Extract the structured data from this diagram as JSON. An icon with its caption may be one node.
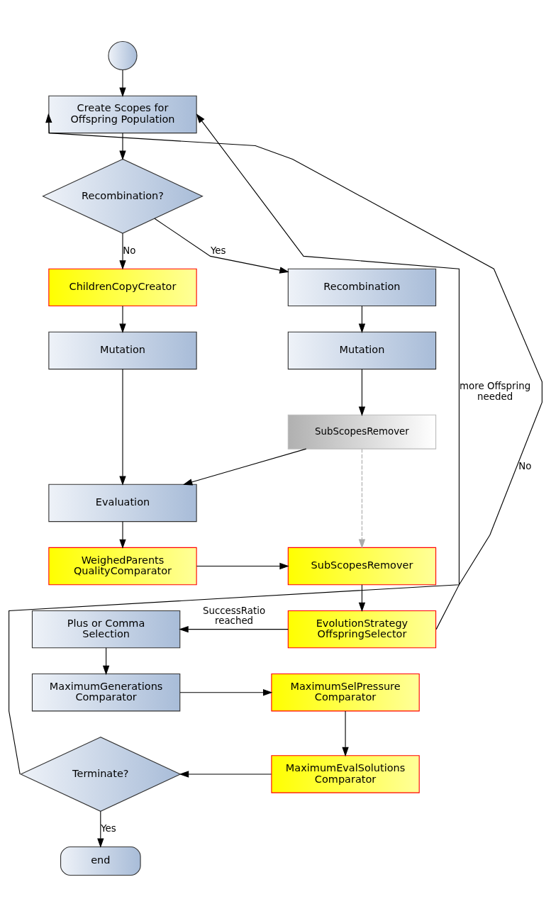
{
  "diagram": {
    "nodes": [
      {
        "text": [],
        "shape": "circle"
      },
      {
        "text": [
          "Create Scopes for Offspring Population"
        ]
      },
      {
        "text": [
          "Recombination?"
        ]
      },
      {
        "text": [
          "ChildrenCopyCreator"
        ]
      },
      {
        "text": [
          "Recombination"
        ]
      },
      {
        "text": [
          "Mutation"
        ]
      },
      {
        "text": [
          "Mutation"
        ]
      },
      {
        "text": [
          "SubScopesRemover"
        ]
      },
      {
        "text": [
          "Evaluation"
        ]
      },
      {
        "text": [
          "WeighedParents QualityComparator"
        ]
      },
      {
        "text": [
          "SubScopesRemover"
        ]
      },
      {
        "text": [
          "EvolutionStrategy OffspringSelector"
        ]
      },
      {
        "text": [
          "Plus or Comma Selection"
        ]
      },
      {
        "text": [
          "MaximumGenerations Comparator"
        ]
      },
      {
        "text": [
          "MaximumSelPressure Comparator"
        ]
      },
      {
        "text": [
          "MaximumEvalSolutions Comparator"
        ]
      },
      {
        "text": [
          "Terminate?"
        ]
      },
      {
        "text": [
          "end"
        ]
      }
    ],
    "edges": [
      {
        "from": 0,
        "to": 1,
        "arrow": "to"
      },
      {
        "from": 1,
        "to": 2,
        "arrow": "to"
      },
      {
        "from": 2,
        "to": 3,
        "arrow": "to",
        "label": "No"
      },
      {
        "from": 2,
        "to": 4,
        "arrow": "to",
        "label": "Yes"
      },
      {
        "from": 4,
        "to": 6,
        "arrow": "to"
      },
      {
        "from": 3,
        "to": 5,
        "arrow": "to"
      },
      {
        "from": 6,
        "to": 7,
        "arrow": "to"
      },
      {
        "from": 5,
        "to": 8,
        "arrow": "to"
      },
      {
        "from": 7,
        "to": 8,
        "arrow": "to"
      },
      {
        "from": 7,
        "to": 10,
        "arrow": "to",
        "style": "dashed",
        "color": "#aaaaaa"
      },
      {
        "from": 8,
        "to": 9,
        "arrow": "to"
      },
      {
        "from": 9,
        "to": 10,
        "arrow": "to"
      },
      {
        "from": 10,
        "to": 11,
        "arrow": "to"
      },
      {
        "from": 11,
        "to": 12,
        "arrow": "to",
        "label": "SuccessRatio reached"
      },
      {
        "from": 11,
        "to": 1,
        "arrow": "to",
        "label": "more Offspring needed"
      },
      {
        "from": 12,
        "to": 13,
        "arrow": "to"
      },
      {
        "from": 13,
        "to": 14,
        "arrow": "to"
      },
      {
        "from": 14,
        "to": 15,
        "arrow": "to"
      },
      {
        "from": 15,
        "to": 16,
        "arrow": "to"
      },
      {
        "from": 16,
        "to": 1,
        "arrow": "to",
        "label": "No"
      },
      {
        "from": 16,
        "to": 17,
        "arrow": "to",
        "label": "Yes"
      }
    ]
  }
}
